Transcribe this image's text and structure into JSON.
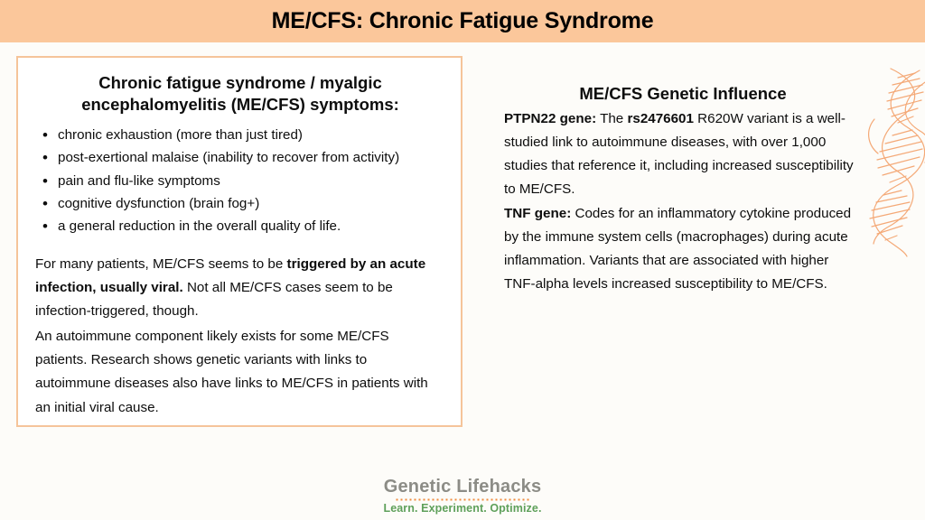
{
  "header": {
    "title": "ME/CFS: Chronic Fatigue Syndrome",
    "band_color": "#FBC79B"
  },
  "symptom_card": {
    "border_color": "#F5C49A",
    "background": "#FFFFFF",
    "heading": "Chronic fatigue syndrome / myalgic encephalomyelitis (ME/CFS) symptoms:",
    "symptoms": [
      "chronic exhaustion (more than just tired)",
      "post-exertional malaise (inability to recover from activity)",
      "pain and flu-like symptoms",
      "cognitive dysfunction (brain fog+)",
      "a general reduction in the overall quality of life."
    ],
    "paragraph_one": {
      "lead": "For many patients, ME/CFS seems to be ",
      "bold": "triggered by an acute infection, usually viral.",
      "tail": " Not all ME/CFS cases seem to be infection-triggered, though."
    },
    "paragraph_two": "An autoimmune component likely exists for some ME/CFS patients. Research shows genetic variants with links to autoimmune diseases also have links to ME/CFS in patients with an initial viral cause."
  },
  "genetic_panel": {
    "heading": "ME/CFS Genetic Influence",
    "genes": [
      {
        "label": "PTPN22 gene:",
        "text_before_variant": " The ",
        "variant": "rs2476601",
        "text_after_variant": " R620W variant is a well-studied link to autoimmune diseases, with over 1,000 studies that reference it, including increased susceptibility to ME/CFS."
      },
      {
        "label": "TNF gene:",
        "text_before_variant": " Codes for an inflammatory cytokine produced by the immune system cells (macrophages) during acute inflammation. Variants that are associated with higher TNF-alpha levels increased susceptibility to ME/CFS.",
        "variant": "",
        "text_after_variant": ""
      }
    ]
  },
  "decoration": {
    "dna_icon_name": "dna-helix-icon",
    "dna_color": "#F4A977"
  },
  "footer": {
    "logo_name": "Genetic Lifehacks",
    "tagline": "Learn. Experiment. Optimize.",
    "logo_color": "#8C8C86",
    "tagline_color": "#5EA05A",
    "divider_color": "#F08A3C"
  }
}
